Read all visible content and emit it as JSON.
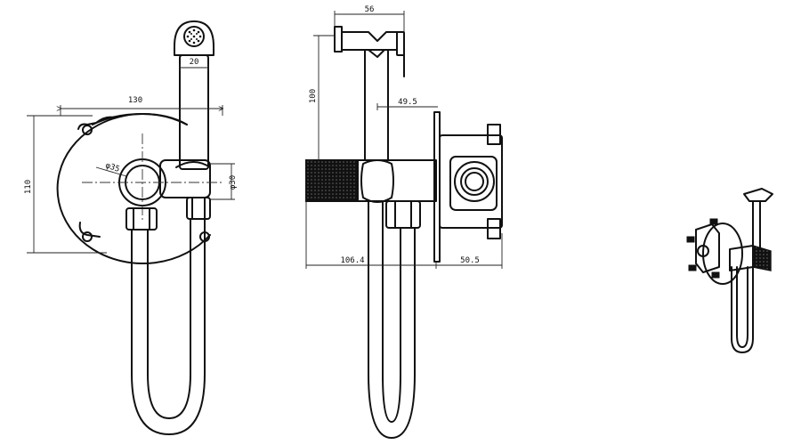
{
  "colors": {
    "line": "#111111",
    "background": "#ffffff"
  },
  "dimensions": {
    "head_width": "20",
    "plate_width": "130",
    "plate_height": "110",
    "outlet_diameter": "φ35",
    "body_diameter": "φ30",
    "hose_height": "100",
    "spray_length": "56",
    "valve_offset": "49.5",
    "total_length": "106.4",
    "box_depth": "50.5"
  }
}
